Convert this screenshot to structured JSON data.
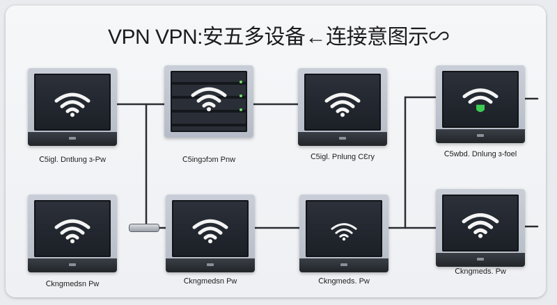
{
  "diagram": {
    "title": "VPN VPN:安五多设备←连接意图示∽",
    "nodes": [
      {
        "id": "n1",
        "label": "Ⅽ5igl. Dntlung ɜ-Pw",
        "kind": "monitor"
      },
      {
        "id": "n2",
        "label": "Ⅽ5ingɔfɔm Pnw",
        "kind": "rack"
      },
      {
        "id": "n3",
        "label": "Ⅽ5igl. Pnlung CƐry",
        "kind": "monitor"
      },
      {
        "id": "n4",
        "label": "Ⅽ5wbd. Dnlung ɜ-foel",
        "kind": "monitor",
        "badge": "green-shield"
      },
      {
        "id": "n5",
        "label": "Ⅽkngmedsn Pw",
        "kind": "laptop"
      },
      {
        "id": "n6",
        "label": "Ⅽkngmedsn Pw",
        "kind": "laptop"
      },
      {
        "id": "n7",
        "label": "Ⅽkngmeds. Pw",
        "kind": "laptop"
      },
      {
        "id": "n8",
        "label": "Ⅽkngmeds. Pw",
        "kind": "laptop"
      }
    ]
  },
  "colors": {
    "wire": "#2a2d31",
    "wifi": "#f4f4f4",
    "accent_green": "#3ecb55"
  }
}
